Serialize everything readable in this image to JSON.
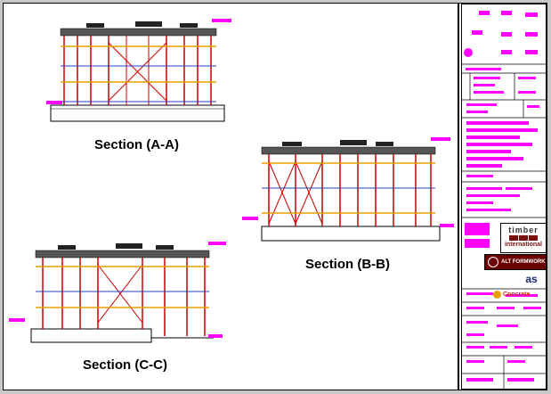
{
  "labels": {
    "section_aa": "Section (A-A)",
    "section_bb": "Section (B-B)",
    "section_cc": "Section (C-C)"
  },
  "logos": {
    "company_line1": "timber",
    "company_line2": "international",
    "firm": "ALT FORMWORK",
    "brand_as": "as",
    "brand_concrete": "Concrete"
  },
  "colors": {
    "markup": "#ff00ff",
    "steel_red": "#cc0000",
    "beam_orange": "#e8a000",
    "prop_blue": "#2040c0"
  }
}
